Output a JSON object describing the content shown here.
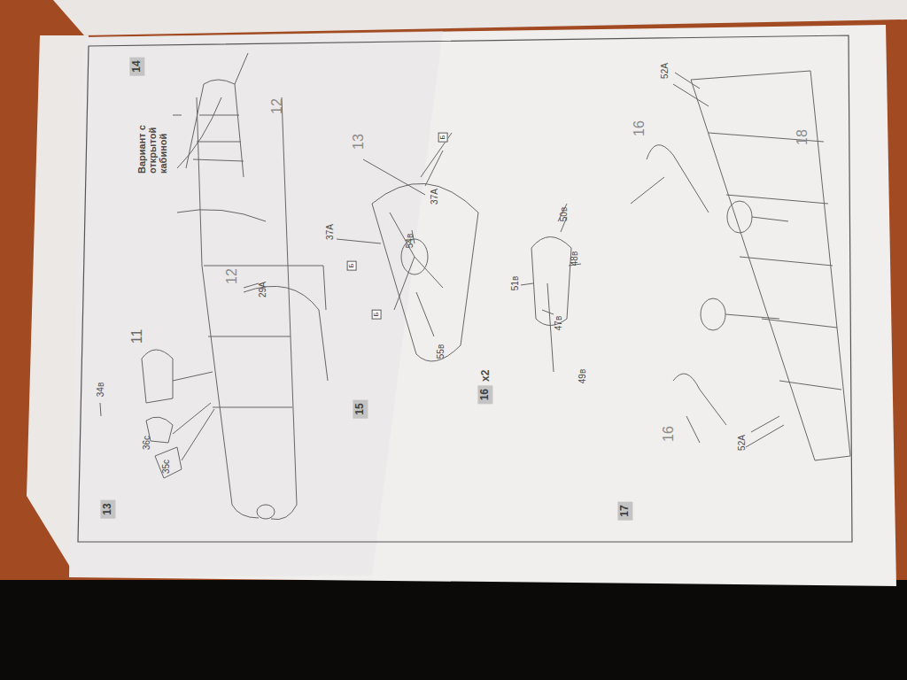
{
  "diagram": {
    "nodes": [
      {
        "text": [
          "14"
        ]
      },
      {
        "text": [
          "13"
        ]
      },
      {
        "text": [
          "Б"
        ]
      },
      {
        "text": [
          "Б"
        ]
      },
      {
        "text": [
          "Б"
        ]
      },
      {
        "text": [
          "15"
        ]
      },
      {
        "text": [
          "16",
          "x2"
        ]
      },
      {
        "text": [
          "17"
        ]
      }
    ],
    "labels": [
      "Вариант с открытой кабиной",
      "12",
      "11",
      "12",
      "29А",
      "34в",
      "36с",
      "35с",
      "13",
      "37А",
      "37А",
      "54в",
      "55в",
      "51в",
      "50в",
      "48в",
      "47в",
      "49в",
      "52А",
      "16",
      "18",
      "52А",
      "16"
    ]
  }
}
